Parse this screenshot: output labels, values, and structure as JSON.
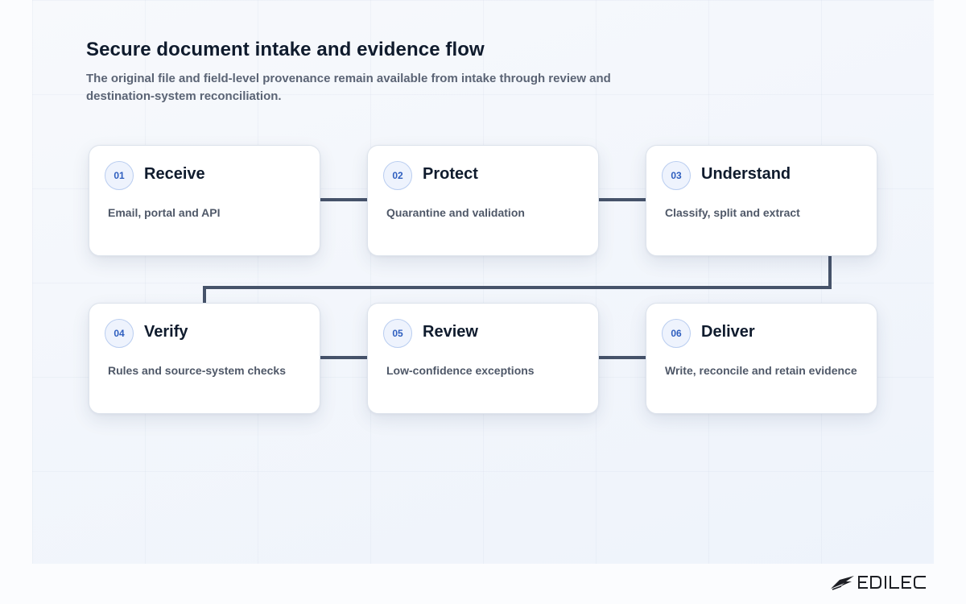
{
  "title": "Secure document intake and evidence flow",
  "subtitle": "The original file and field-level provenance remain available from intake through review and destination-system reconciliation.",
  "steps": [
    {
      "number": "01",
      "title": "Receive",
      "description": "Email, portal and API"
    },
    {
      "number": "02",
      "title": "Protect",
      "description": "Quarantine and validation"
    },
    {
      "number": "03",
      "title": "Understand",
      "description": "Classify, split and extract"
    },
    {
      "number": "04",
      "title": "Verify",
      "description": "Rules and source-system checks"
    },
    {
      "number": "05",
      "title": "Review",
      "description": "Low-confidence exceptions"
    },
    {
      "number": "06",
      "title": "Deliver",
      "description": "Write, reconcile and retain evidence"
    }
  ],
  "logo": {
    "text": "EDILEC",
    "icon": "edilec-wing-logo"
  },
  "colors": {
    "connector": "#46536a",
    "badge_text": "#2f5fbf",
    "title": "#0f1b2d",
    "muted": "#5b6475"
  }
}
